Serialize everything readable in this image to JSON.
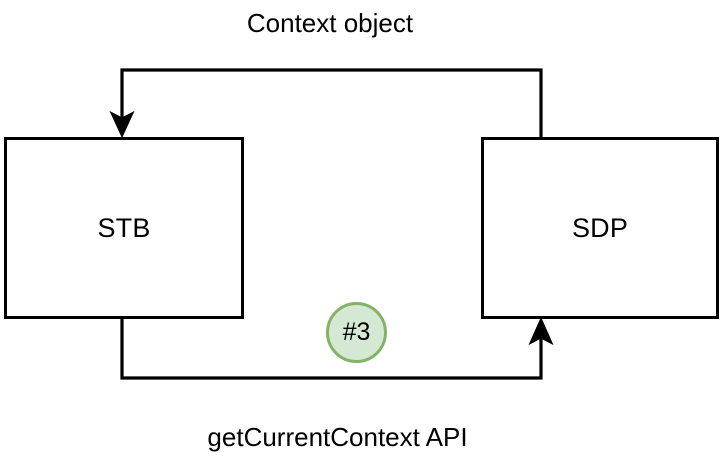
{
  "diagram": {
    "title": "Context object",
    "bottom_label": "getCurrentContext API",
    "nodes": [
      {
        "id": "stb",
        "label": "STB"
      },
      {
        "id": "sdp",
        "label": "SDP"
      }
    ],
    "badges": [
      {
        "id": "step-3",
        "label": "#3"
      }
    ],
    "edges": [
      {
        "id": "sdp-to-stb",
        "label": "Context object",
        "from": "sdp",
        "to": "stb",
        "direction": "right-to-left"
      },
      {
        "id": "stb-to-sdp",
        "label": "getCurrentContext API",
        "from": "stb",
        "to": "sdp",
        "direction": "left-to-right"
      }
    ],
    "colors": {
      "stroke": "#000000",
      "node_fill": "#ffffff",
      "badge_fill": "#d5e8d4",
      "badge_stroke": "#82b366",
      "background": "#ffffff",
      "text": "#000000"
    }
  }
}
